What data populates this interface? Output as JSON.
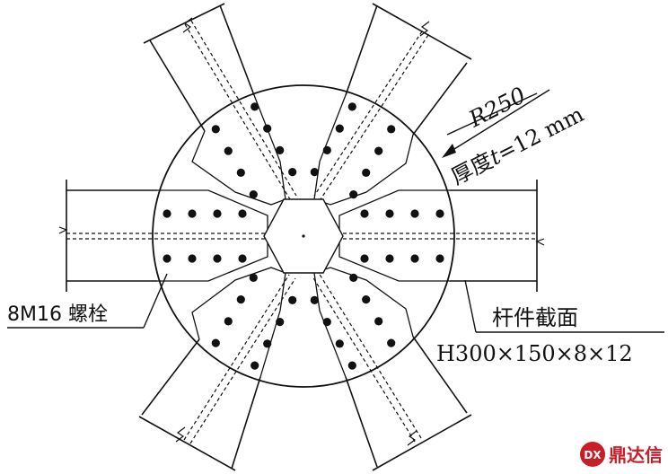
{
  "labels": {
    "radius": "R250",
    "thickness_prefix": "厚度",
    "thickness_var": "t",
    "thickness_value": "=12 mm",
    "bolts": "8M16 螺栓",
    "member_section": "杆件截面",
    "section_dims": "H300×150×8×12"
  },
  "watermark": {
    "text": "鼎达信",
    "badge": "DX",
    "color": "#c81e28"
  },
  "colors": {
    "line": "#111111",
    "background": "#ffffff"
  }
}
